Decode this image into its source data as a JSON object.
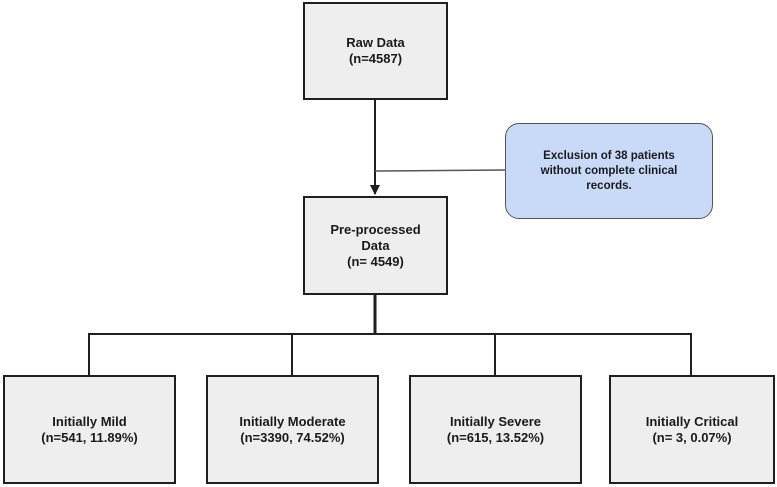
{
  "raw": {
    "title": "Raw Data",
    "count": "(n=4587)"
  },
  "exclusion": {
    "line1": "Exclusion of 38 patients",
    "line2": "without complete clinical",
    "line3": "records."
  },
  "preprocessed": {
    "line1": "Pre-processed",
    "line2": "Data",
    "count": "(n= 4549)"
  },
  "groups": [
    {
      "title": "Initially Mild",
      "count": "(n=541, 11.89%)"
    },
    {
      "title": "Initially Moderate",
      "count": "(n=3390, 74.52%)"
    },
    {
      "title": "Initially Severe",
      "count": "(n=615, 13.52%)"
    },
    {
      "title": "Initially Critical",
      "count": "(n= 3, 0.07%)"
    }
  ],
  "colors": {
    "box_fill": "#eeeeee",
    "box_border": "#1f1f1f",
    "note_fill": "#c9daf8",
    "line": "#1f1f1f"
  }
}
